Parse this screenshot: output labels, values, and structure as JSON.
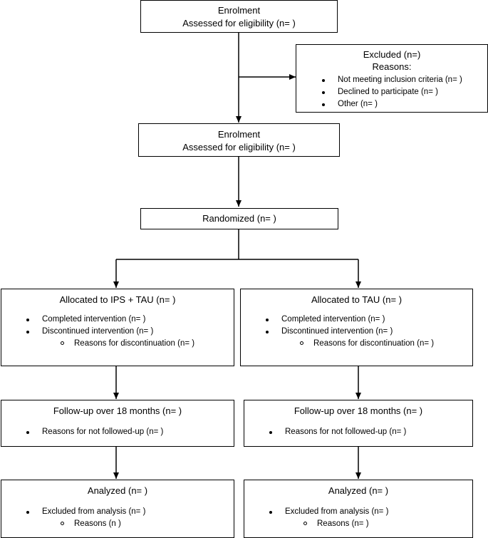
{
  "enrolment_top": {
    "title": "Enrolment",
    "subtitle": "Assessed for eligibility (n= )"
  },
  "excluded": {
    "title": "Excluded (n=)",
    "reasons_label": "Reasons:",
    "items": [
      "Not meeting inclusion criteria (n= )",
      "Declined to participate (n= )",
      "Other (n= )"
    ]
  },
  "enrolment_second": {
    "title": "Enrolment",
    "subtitle": "Assessed for eligibility (n= )"
  },
  "randomized": {
    "title": "Randomized (n= )"
  },
  "left": {
    "allocated": {
      "title": "Allocated to IPS + TAU (n=  )",
      "items": [
        "Completed intervention (n= )",
        "Discontinued intervention (n= )"
      ],
      "subitem": "Reasons for discontinuation (n= )"
    },
    "followup": {
      "title": "Follow-up over 18 months (n=  )",
      "item": "Reasons for not followed-up (n= )"
    },
    "analyzed": {
      "title": "Analyzed (n=  )",
      "item": "Excluded from analysis (n= )",
      "subitem": "Reasons (n  )"
    }
  },
  "right": {
    "allocated": {
      "title": "Allocated to TAU (n=  )",
      "items": [
        "Completed intervention (n= )",
        "Discontinued intervention (n= )"
      ],
      "subitem": "Reasons for discontinuation (n= )"
    },
    "followup": {
      "title": "Follow-up over 18 months (n=  )",
      "item": "Reasons for not followed-up (n= )"
    },
    "analyzed": {
      "title": "Analyzed (n=  )",
      "item": "Excluded from analysis (n= )",
      "subitem": "Reasons (n=  )"
    }
  }
}
